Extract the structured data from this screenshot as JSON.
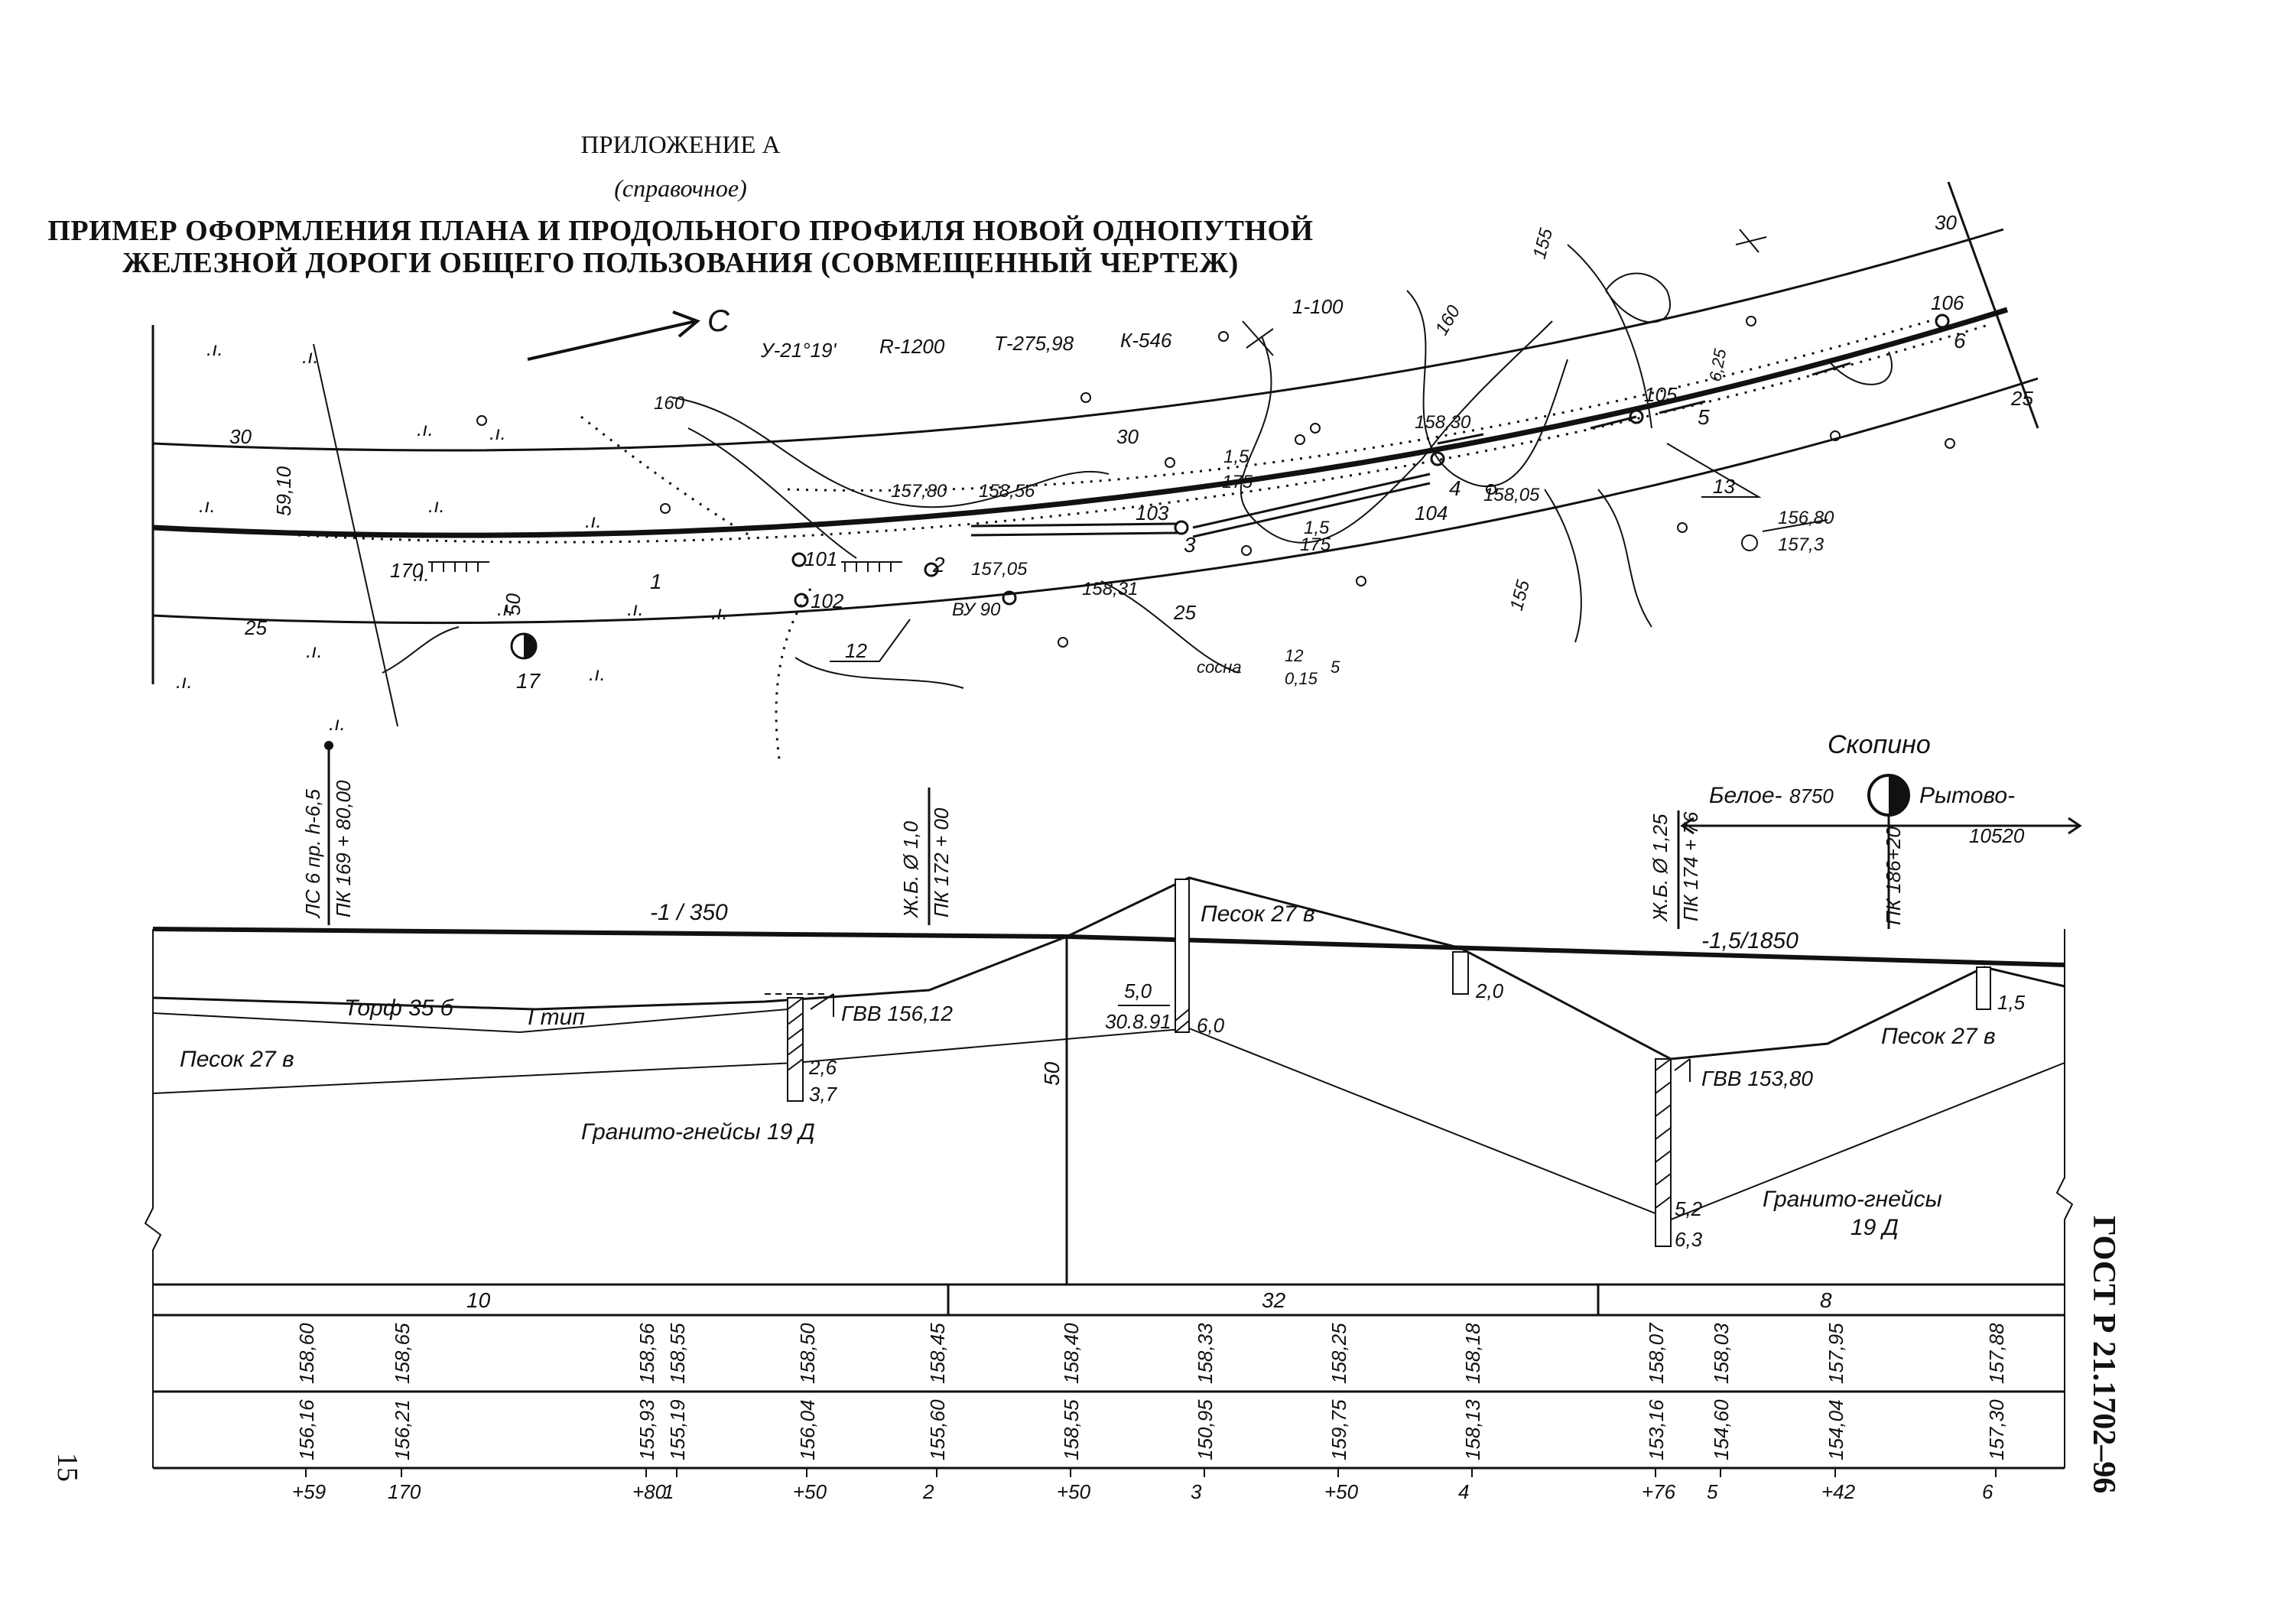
{
  "header": {
    "appendix": "ПРИЛОЖЕНИЕ А",
    "appendix_type": "(справочное)",
    "title_line1": "ПРИМЕР ОФОРМЛЕНИЯ ПЛАНА И ПРОДОЛЬНОГО ПРОФИЛЯ НОВОЙ ОДНОПУТНОЙ",
    "title_line2": "ЖЕЛЕЗНОЙ ДОРОГИ ОБЩЕГО ПОЛЬЗОВАНИЯ (СОВМЕЩЕННЫЙ ЧЕРТЕЖ)"
  },
  "page_number": "15",
  "standard": "ГОСТ Р 21.1702–96",
  "plan": {
    "north": "С",
    "curve": {
      "angle": "У-21°19'",
      "radius": "R-1200",
      "tangent": "Т-275,98",
      "length": "К-546"
    },
    "slope_marker": "1-100",
    "width_label": "59,10",
    "offsets": {
      "left": "30",
      "left2": "25",
      "right": "30",
      "right2": "25",
      "mid": "30",
      "mid2": "25",
      "dist": "50"
    },
    "contours": [
      "160",
      "160",
      "155",
      "155",
      "170"
    ],
    "points": [
      "101",
      "102",
      "103",
      "104",
      "105",
      "106",
      "17"
    ],
    "pickets": [
      "1",
      "2",
      "3",
      "4",
      "5",
      "6"
    ],
    "elevations": [
      "157,80",
      "158,56",
      "157,05",
      "158,31",
      "158,30",
      "158,05",
      "6,25"
    ],
    "slope_notes": [
      "1,5",
      "175",
      "1,5",
      "175"
    ],
    "spot": {
      "top": "156,80",
      "bottom": "157,3"
    },
    "vu": "ВУ 90",
    "tree": {
      "name": "сосна",
      "top": "12",
      "bottom": "0,15",
      "right": "5"
    },
    "callouts": [
      "12",
      "13"
    ]
  },
  "structures": [
    {
      "line1": "ЛС 6 пр. h-6,5",
      "line2": "ПК 169 + 80,00"
    },
    {
      "line1": "Ж.Б. Ø 1,0",
      "line2": "ПК 172 + 00"
    },
    {
      "line1": "Ж.Б. Ø 1,25",
      "line2": "ПК 174 + 76"
    }
  ],
  "station": {
    "name": "Скопино",
    "left": "Белое-",
    "left_dist": "8750",
    "right": "Рытово-",
    "right_dist": "10520",
    "picket": "ПК 186+20"
  },
  "profile": {
    "grade1": "-1 / 350",
    "grade2": "-1,5/1850",
    "soil_labels": [
      "Торф 35 б",
      "I тип",
      "Песок 27 в",
      "Гранито-гнейсы 19 Д",
      "Песок 27 в",
      "Песок 27 в",
      "Гранито-гнейсы",
      "19 Д"
    ],
    "gwl1": "ГВВ 156,12",
    "gwl2": "ГВВ 153,80",
    "bore_values": [
      "2,6",
      "3,7",
      "6,0",
      "2,0",
      "5,2",
      "6,3",
      "1,5"
    ],
    "bore_frac": {
      "top": "5,0",
      "bottom": "30.8.91"
    },
    "height_mark": "50"
  },
  "table": {
    "segments": [
      "10",
      "32",
      "8"
    ],
    "design_elevations": [
      "158,60",
      "158,65",
      "158,56",
      "158,55",
      "158,50",
      "158,45",
      "158,40",
      "158,33",
      "158,25",
      "158,18",
      "158,07",
      "158,03",
      "157,95",
      "157,88"
    ],
    "ground_elevations": [
      "156,16",
      "156,21",
      "155,93",
      "155,19",
      "156,04",
      "155,60",
      "158,55",
      "150,95",
      "159,75",
      "158,13",
      "153,16",
      "154,60",
      "154,04",
      "157,30"
    ],
    "stations": [
      "+59",
      "170",
      "+80",
      "1",
      "+50",
      "2",
      "+50",
      "3",
      "+50",
      "4",
      "+76",
      "5",
      "+42",
      "6"
    ]
  }
}
